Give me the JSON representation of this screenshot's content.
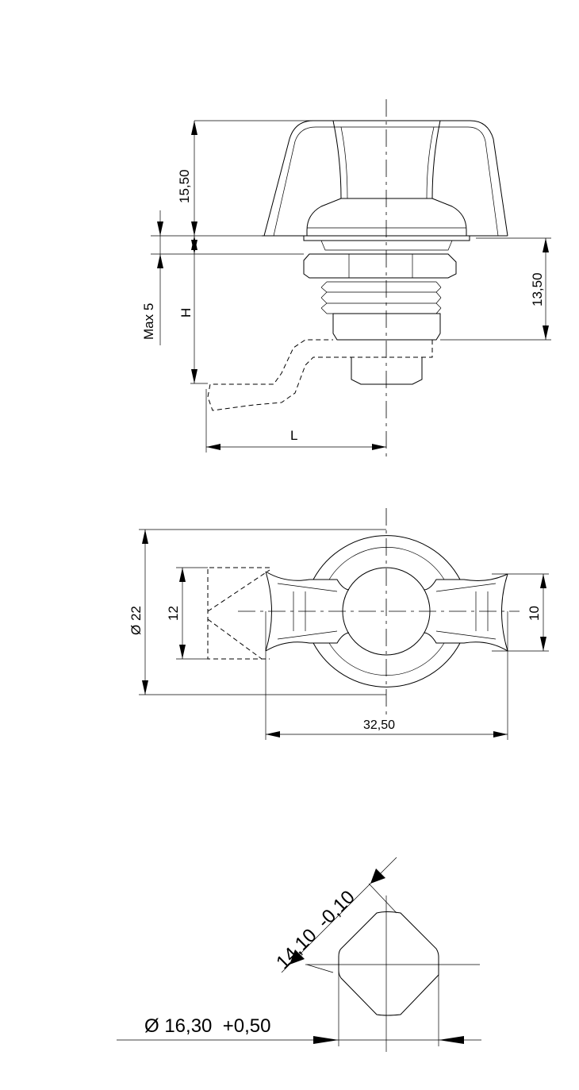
{
  "side_view": {
    "dim_knob_height": "15,50",
    "dim_max": "Max 5",
    "dim_h": "H",
    "dim_body": "13,50",
    "dim_l": "L"
  },
  "top_view": {
    "dim_diameter": "Ø  22",
    "dim_12": "12",
    "dim_10": "10",
    "dim_width": "32,50"
  },
  "cutout_view": {
    "dim_flat": "14,10  -0,10",
    "dim_cutout_diameter": "Ø 16,30  +0,50"
  }
}
